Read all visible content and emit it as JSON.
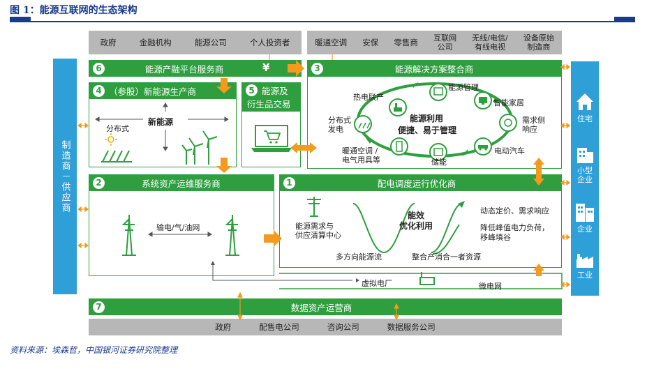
{
  "figure": {
    "title": "图 1：能源互联网的生态架构"
  },
  "top_left_bar": [
    "政府",
    "金融机构",
    "能源公司",
    "个人投资者"
  ],
  "top_right_bar": [
    "暖通空调",
    "安保",
    "零售商",
    "互联网\n公司",
    "无线/电信/\n有线电视",
    "设备原始\n制造商"
  ],
  "bottom_bar": [
    "政府",
    "配售电公司",
    "咨询公司",
    "数据服务公司"
  ],
  "left_side": "制造商－供应商",
  "right_side": {
    "items": [
      "住宅",
      "小型\n企业",
      "企业",
      "工业"
    ]
  },
  "section6": {
    "num": "6",
    "title": "能源产融平台服务商"
  },
  "yen": "¥",
  "section4": {
    "num": "4",
    "title": "（参股）新能源生产商",
    "new_energy": "新能源",
    "distributed": "分布式"
  },
  "section5": {
    "num": "5",
    "line1": "能源及",
    "line2": "衍生品交易"
  },
  "section3": {
    "num": "3",
    "title": "能源解决方案整合商",
    "center1": "能源利用",
    "center2": "便捷、易于管理",
    "nodes": {
      "chp": "热电联产",
      "mgmt": "能源管理",
      "smarthome": "智能家居",
      "demand": "需求侧\n响应",
      "ev": "电动汽车",
      "storage": "储能",
      "hvac": "暖通空调 /\n电气用具等",
      "dist": "分布式\n发电"
    }
  },
  "section2": {
    "num": "2",
    "title": "系统资产运维服务商",
    "grid": "输电/气/油网"
  },
  "section1": {
    "num": "1",
    "title": "配电调度运行优化商",
    "clearing": "能源需求与\n供应清算中心",
    "efficient": "能效\n优化利用",
    "multi": "多方向能源流",
    "integrate": "整合产消合一者资源",
    "dynamic": "动态定价、需求响应",
    "peak": "降低峰值电力负荷，\n移峰填谷"
  },
  "virtual": "虚拟电厂",
  "micro": "微电网",
  "section7": {
    "num": "7",
    "title": "数据资产运营商"
  },
  "source": "资料来源：埃森哲，中国银河证券研究院整理",
  "colors": {
    "green": "#2e9e3e",
    "blue": "#2f9fd8",
    "orange": "#f39a1f",
    "gray": "#b7b7b7",
    "title_blue": "#1a3b8c"
  }
}
